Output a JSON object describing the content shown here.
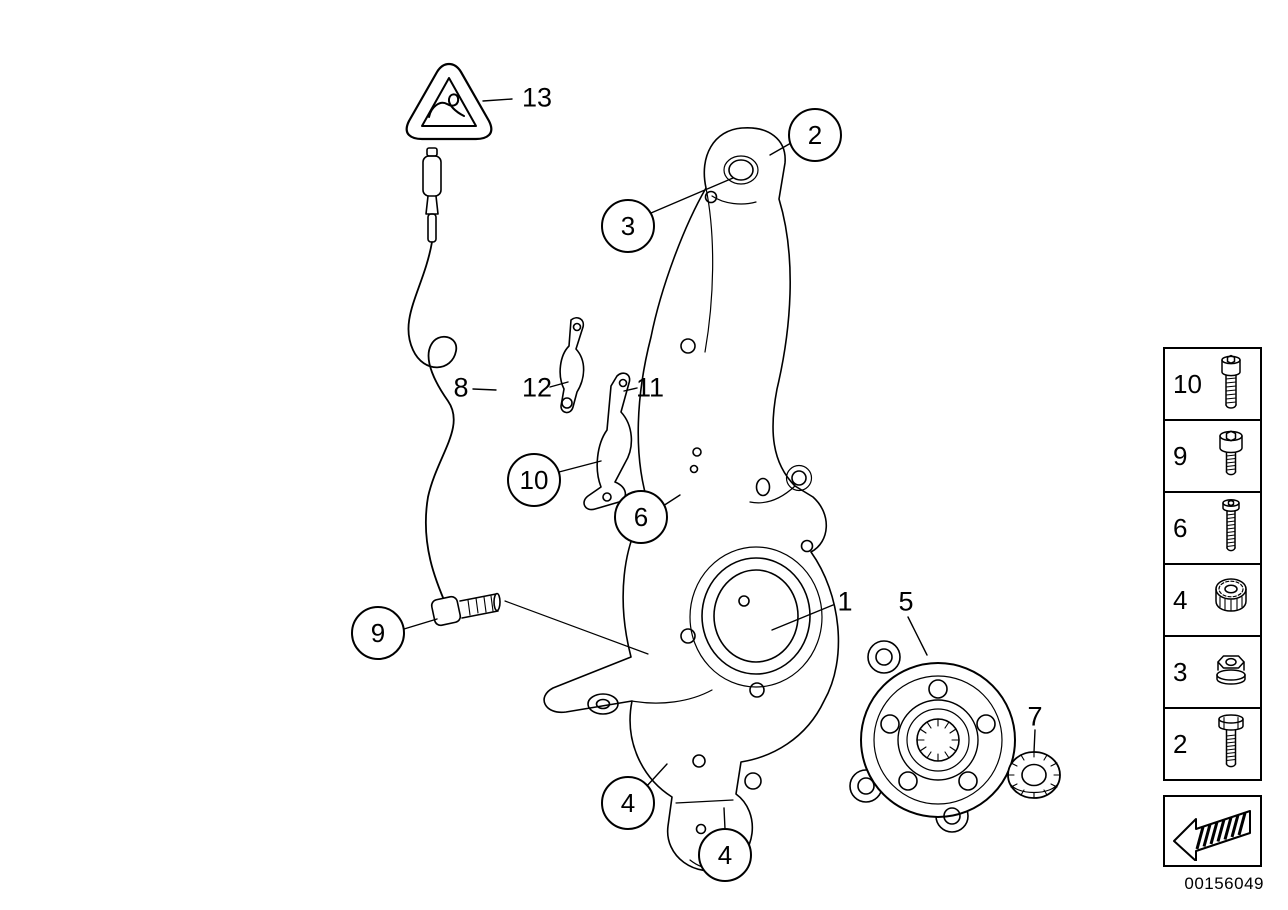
{
  "page": {
    "image_number": "00156049"
  },
  "callouts": [
    {
      "label": "13",
      "circled": false
    },
    {
      "label": "2",
      "circled": true
    },
    {
      "label": "3",
      "circled": true
    },
    {
      "label": "8",
      "circled": false
    },
    {
      "label": "12",
      "circled": false
    },
    {
      "label": "11",
      "circled": false
    },
    {
      "label": "10",
      "circled": true
    },
    {
      "label": "6",
      "circled": true
    },
    {
      "label": "1",
      "circled": false
    },
    {
      "label": "5",
      "circled": false
    },
    {
      "label": "9",
      "circled": true
    },
    {
      "label": "7",
      "circled": false
    },
    {
      "label": "4",
      "circled": true
    },
    {
      "label": "4",
      "circled": true
    }
  ],
  "legend": {
    "rows": [
      {
        "label": "10",
        "icon": "socket-head-cap-screw-icon"
      },
      {
        "label": "9",
        "icon": "socket-head-screw-icon"
      },
      {
        "label": "6",
        "icon": "pan-head-screw-icon"
      },
      {
        "label": "4",
        "icon": "serrated-collar-nut-icon"
      },
      {
        "label": "3",
        "icon": "hex-flange-nut-icon"
      },
      {
        "label": "2",
        "icon": "hex-bolt-icon"
      }
    ]
  }
}
